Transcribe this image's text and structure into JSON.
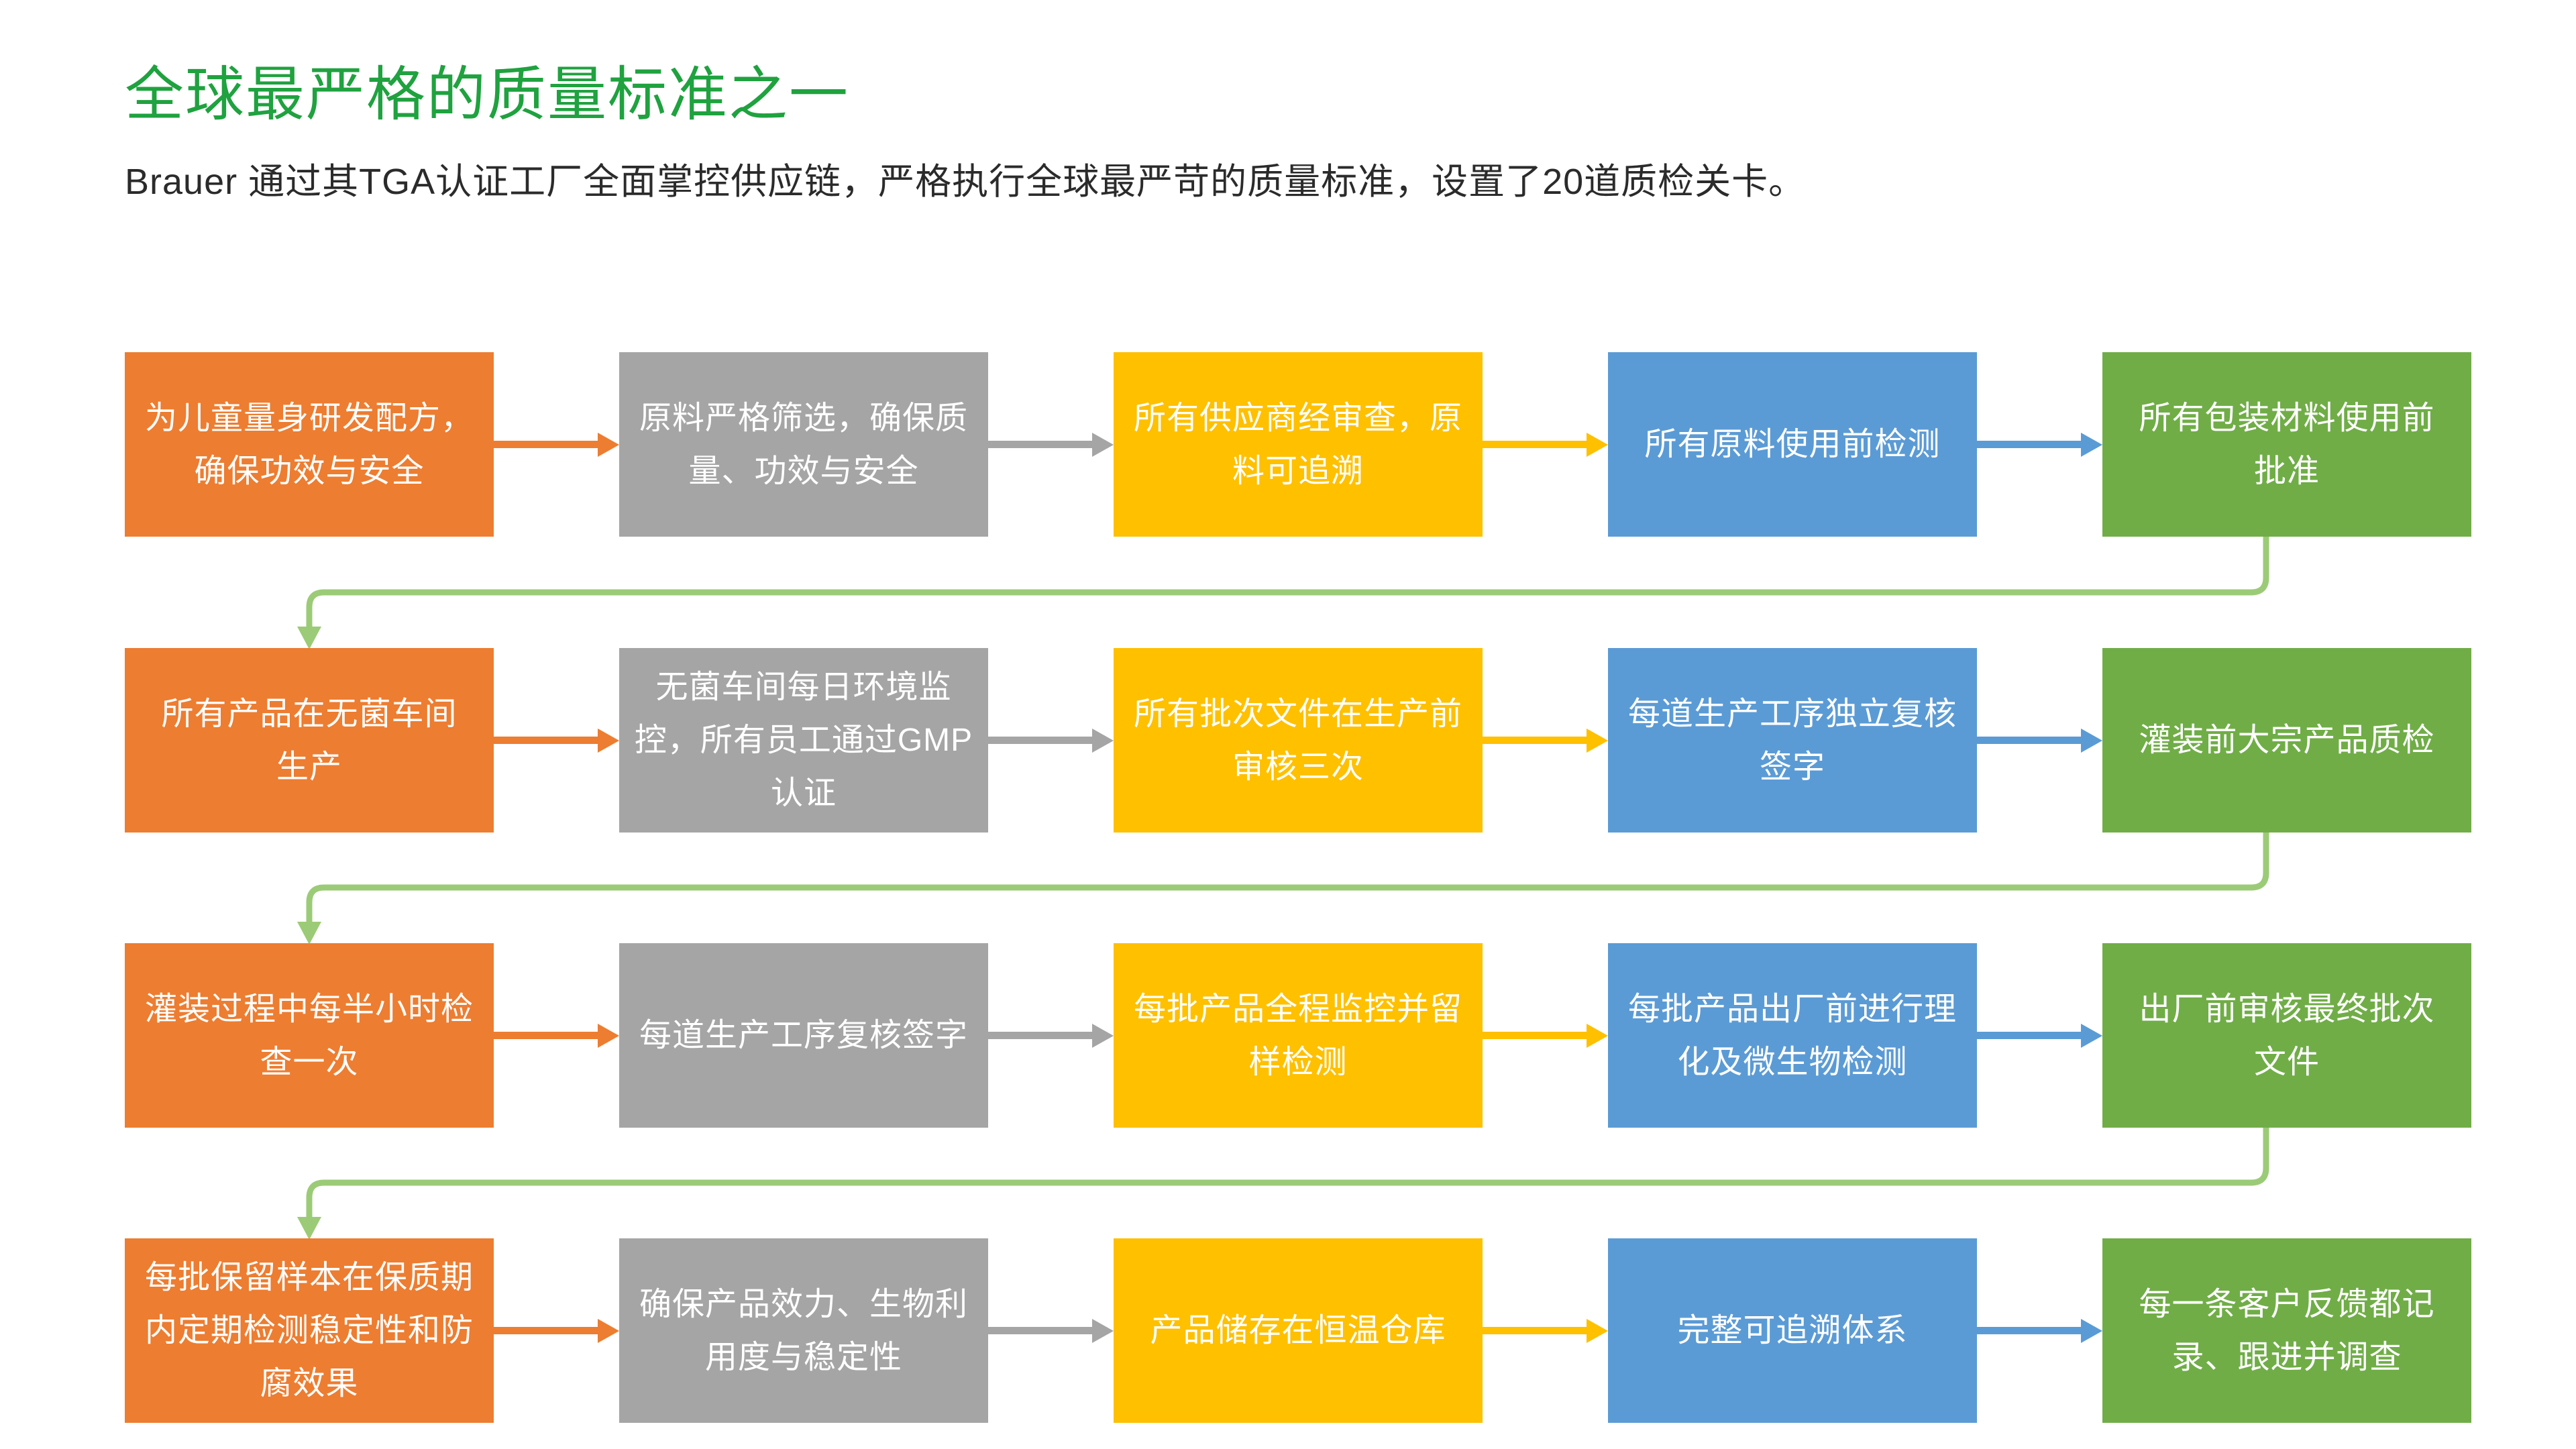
{
  "header": {
    "title": "全球最严格的质量标准之一",
    "subtitle": "Brauer 通过其TGA认证工厂全面掌控供应链，严格执行全球最严苛的质量标准，设置了20道质检关卡。"
  },
  "colors": {
    "title_green": "#1FA23F",
    "subtitle_text": "#2B2B2B",
    "box_text": "#FFFFFF",
    "orange": "#ED7D31",
    "gray": "#A5A5A5",
    "yellow": "#FFC000",
    "blue": "#5B9BD5",
    "green": "#70AD47",
    "connector_green": "#9CCB77"
  },
  "flow": {
    "row_color_sequence": [
      "orange",
      "gray",
      "yellow",
      "blue",
      "green"
    ],
    "rows": [
      {
        "boxes": [
          {
            "color": "orange",
            "text": "为儿童量身研发配方，\n确保功效与安全"
          },
          {
            "color": "gray",
            "text": "原料严格筛选，确保质\n量、功效与安全"
          },
          {
            "color": "yellow",
            "text": "所有供应商经审查，原\n料可追溯"
          },
          {
            "color": "blue",
            "text": "所有原料使用前检测"
          },
          {
            "color": "green",
            "text": "所有包装材料使用前\n批准"
          }
        ]
      },
      {
        "boxes": [
          {
            "color": "orange",
            "text": "所有产品在无菌车间\n生产"
          },
          {
            "color": "gray",
            "text": "无菌车间每日环境监\n控，所有员工通过GMP\n认证"
          },
          {
            "color": "yellow",
            "text": "所有批次文件在生产前\n审核三次"
          },
          {
            "color": "blue",
            "text": "每道生产工序独立复核\n签字"
          },
          {
            "color": "green",
            "text": "灌装前大宗产品质检"
          }
        ]
      },
      {
        "boxes": [
          {
            "color": "orange",
            "text": "灌装过程中每半小时检\n查一次"
          },
          {
            "color": "gray",
            "text": "每道生产工序复核签字"
          },
          {
            "color": "yellow",
            "text": "每批产品全程监控并留\n样检测"
          },
          {
            "color": "blue",
            "text": "每批产品出厂前进行理\n化及微生物检测"
          },
          {
            "color": "green",
            "text": "出厂前审核最终批次\n文件"
          }
        ]
      },
      {
        "boxes": [
          {
            "color": "orange",
            "text": "每批保留样本在保质期\n内定期检测稳定性和防\n腐效果"
          },
          {
            "color": "gray",
            "text": "确保产品效力、生物利\n用度与稳定性"
          },
          {
            "color": "yellow",
            "text": "产品储存在恒温仓库"
          },
          {
            "color": "blue",
            "text": "完整可追溯体系"
          },
          {
            "color": "green",
            "text": "每一条客户反馈都记\n录、跟进并调查"
          }
        ]
      }
    ]
  }
}
